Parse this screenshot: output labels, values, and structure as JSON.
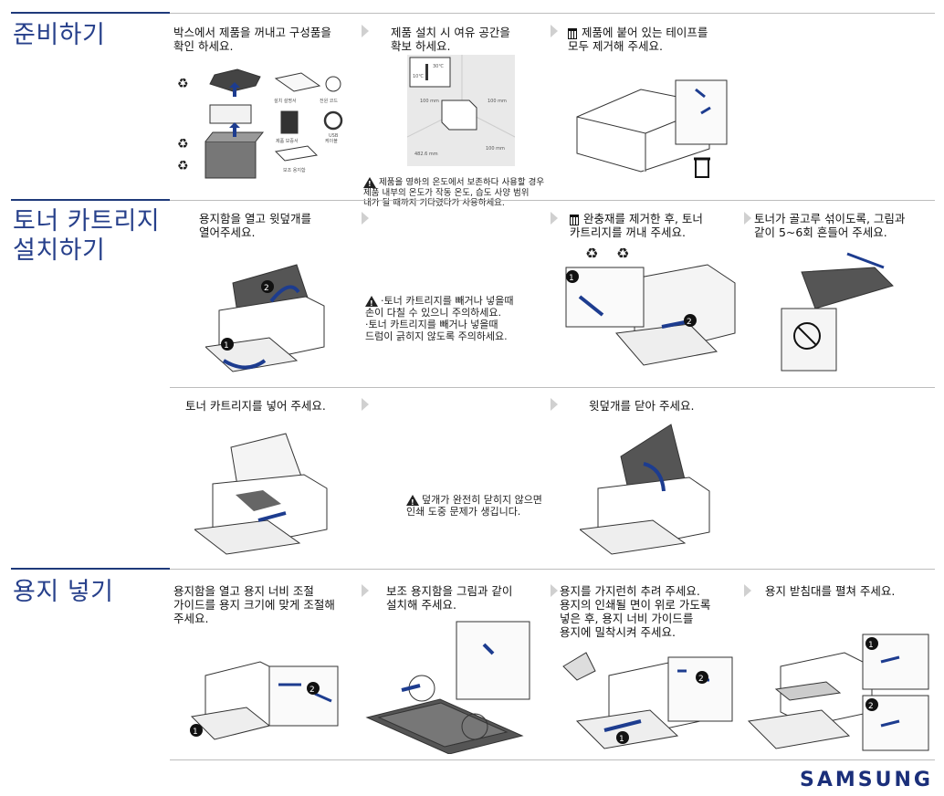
{
  "sections": {
    "prep": {
      "title": "준비하기"
    },
    "toner": {
      "title_line1": "토너 카트리지",
      "title_line2": "설치하기"
    },
    "paper": {
      "title": "용지 넣기"
    }
  },
  "prep_steps": {
    "s1": "박스에서 제품을 꺼내고 구성품을\n확인 하세요.",
    "s2": "제품 설치 시 여유 공간을\n확보 하세요.",
    "s3": "제품에 붙어 있는 테이프를\n모두 제거해 주세요."
  },
  "prep_labels": {
    "manual": "설치 설명서",
    "power_cord": "전원 코드",
    "warranty": "제품 보증서",
    "usb_line1": "USB",
    "usb_line2": "케이블",
    "tray": "보조 용지함",
    "temp_low": "10℃",
    "temp_high": "30℃",
    "dim_left": "100 mm",
    "dim_right": "100 mm",
    "dim_bottom_left": "482.6 mm",
    "dim_bottom_right": "100 mm"
  },
  "prep_note": "제품을 영하의 온도에서 보존하다 사용할 경우\n제품 내부의 온도가 작동 온도, 습도 사양 범위\n내가 될 때까지 기다렸다가 사용하세요.",
  "toner_steps": {
    "s1": "용지함을 열고 윗덮개를\n열어주세요.",
    "s3": "완충재를 제거한 후, 토너\n카트리지를 꺼내 주세요.",
    "s4": "토너가 골고루 섞이도록, 그림과\n같이 5~6회 흔들어 주세요.",
    "s5": "토너 카트리지를 넣어 주세요.",
    "s7": "윗덮개를 닫아 주세요."
  },
  "toner_note1": "·토너 카트리지를 빼거나 넣을때\n 손이 다칠 수 있으니 주의하세요.\n·토너 카트리지를 빼거나 넣을때\n 드럼이 긁히지 않도록 주의하세요.",
  "toner_note2": "덮개가 완전히 닫히지 않으면\n인쇄 도중 문제가 생깁니다.",
  "paper_steps": {
    "s1": "용지함을 열고 용지 너비 조절\n가이드를 용지 크기에 맞게 조절해\n주세요.",
    "s2": "보조 용지함을 그림과 같이\n설치해 주세요.",
    "s3": "용지를 가지런히 추려 주세요.\n용지의 인쇄될 면이 위로 가도록\n넣은 후, 용지 너비 가이드를\n용지에 밀착시켜 주세요.",
    "s4": "용지 받침대를 펼쳐 주세요."
  },
  "brand": "SAMSUNG"
}
